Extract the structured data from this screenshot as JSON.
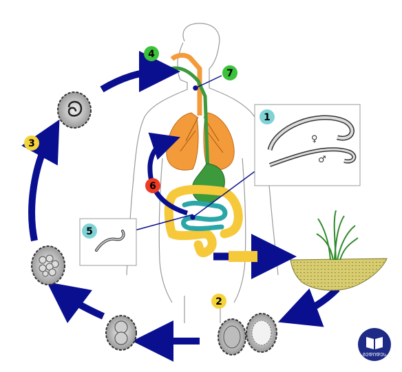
{
  "badges": [
    {
      "label": "1",
      "color": "#7fd3d6"
    },
    {
      "label": "2",
      "color": "#f5d33a"
    },
    {
      "label": "3",
      "color": "#f5d33a"
    },
    {
      "label": "4",
      "color": "#3cc13b"
    },
    {
      "label": "5",
      "color": "#7fd3d6"
    },
    {
      "label": "6",
      "color": "#ee3b24"
    },
    {
      "label": "7",
      "color": "#3cc13b"
    }
  ],
  "sex_symbols": {
    "female": "♀",
    "male": "♂"
  },
  "logo": {
    "text": "ᲛᲔᲓᲘᲓᲔᲡ"
  },
  "colors": {
    "arrow": "#0a0f8f",
    "lungs": "#f39b3a",
    "stomach": "#3c9a3c",
    "intestine_small": "#2aa6a8",
    "intestine_large": "#f6c93b",
    "soil": "#d4c86a",
    "logo_bg": "#1d2a86"
  }
}
